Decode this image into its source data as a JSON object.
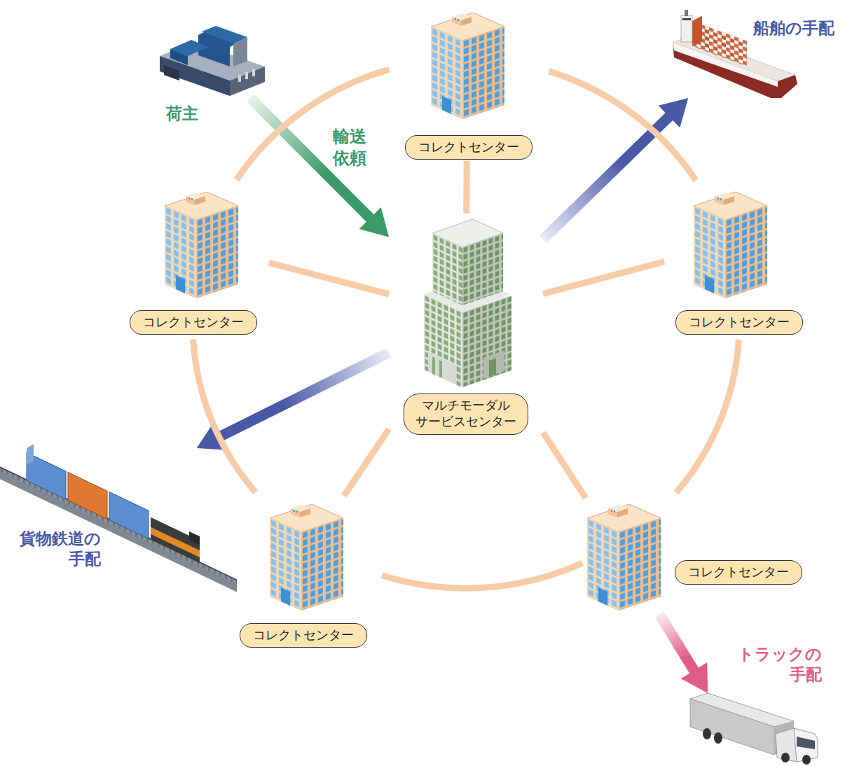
{
  "diagram": {
    "nodes": [
      {
        "text": [
          "荷主"
        ]
      },
      {
        "text": [
          "コレクトセンター"
        ]
      },
      {
        "text": [
          "船舶の手配"
        ]
      },
      {
        "text": [
          "コレクトセンター"
        ]
      },
      {
        "text": [
          "コレクトセンター"
        ]
      },
      {
        "text": [
          "マルチモーダル サービスセンター"
        ]
      },
      {
        "text": [
          "貨物鉄道の 手配"
        ]
      },
      {
        "text": [
          "コレクトセンター"
        ]
      },
      {
        "text": [
          "コレクトセンター"
        ]
      },
      {
        "text": [
          "トラックの 手配"
        ]
      }
    ],
    "edges": [
      {
        "from": 0,
        "to": 5,
        "arrow": "to",
        "label": "輸送 依頼"
      },
      {
        "from": 5,
        "to": 2,
        "arrow": "to"
      },
      {
        "from": 5,
        "to": 6,
        "arrow": "to"
      },
      {
        "from": 8,
        "to": 9,
        "arrow": "to"
      },
      {
        "from": 5,
        "to": 1,
        "arrow": "none"
      },
      {
        "from": 5,
        "to": 3,
        "arrow": "none"
      },
      {
        "from": 5,
        "to": 4,
        "arrow": "none"
      },
      {
        "from": 5,
        "to": 7,
        "arrow": "none"
      },
      {
        "from": 5,
        "to": 8,
        "arrow": "none"
      },
      {
        "from": 1,
        "to": 4,
        "arrow": "none"
      },
      {
        "from": 4,
        "to": 8,
        "arrow": "none"
      },
      {
        "from": 8,
        "to": 7,
        "arrow": "none"
      },
      {
        "from": 7,
        "to": 3,
        "arrow": "none"
      },
      {
        "from": 3,
        "to": 1,
        "arrow": "none"
      }
    ]
  }
}
